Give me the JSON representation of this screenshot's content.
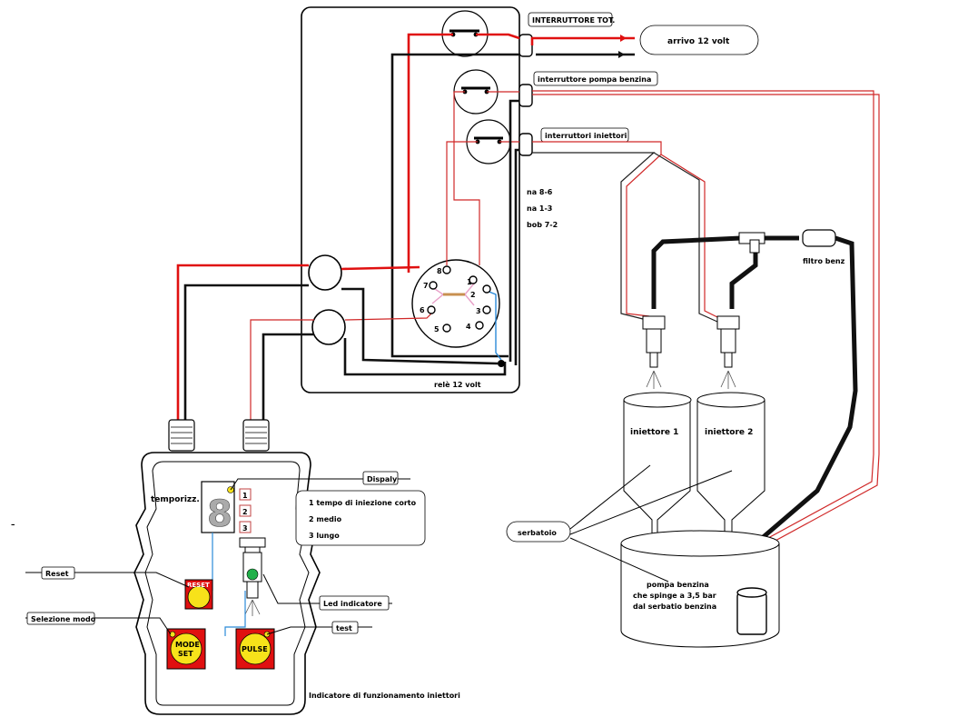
{
  "labels": {
    "main_switch": "INTERRUTTORE TOT.",
    "supply": "arrivo 12 volt",
    "pump_switch": "interruttore pompa  benzina",
    "injector_switch": "interruttori iniettori",
    "relay": "relè 12 volt",
    "relay_notes": [
      "na  8-6",
      "na  1-3",
      "bob 7-2"
    ],
    "filter": "filtro benz",
    "injector_1": "iniettore 1",
    "injector_2": "iniettore 2",
    "tank": "serbatoio",
    "pump_text": [
      "pompa benzina",
      "che spinge a 3,5 bar",
      "dal serbatio benzina"
    ],
    "timer": "temporizz.",
    "display": "Dispaly",
    "modes": [
      "1   tempo di iniezione corto",
      "2   medio",
      "3   lungo"
    ],
    "reset_label": "Reset",
    "mode_label": "Selezione modo",
    "led_label": "Led indicatore",
    "test_label": "test",
    "footer": "Indicatore di funzionamento iniettori",
    "btn_reset": "RESET",
    "btn_mode": [
      "MODE",
      "SET"
    ],
    "btn_pulse": "PULSE",
    "mode_numbers": [
      "1",
      "2",
      "3"
    ],
    "display_digit": "8",
    "dash": "–"
  },
  "relay_pins": [
    "1",
    "2",
    "3",
    "4",
    "5",
    "6",
    "7",
    "8"
  ],
  "colors": {
    "wire_positive": "#e01010",
    "wire_negative": "#101010",
    "wire_signal": "#2a8ad8",
    "button": "#f7e21a",
    "led": "#22b04a"
  }
}
